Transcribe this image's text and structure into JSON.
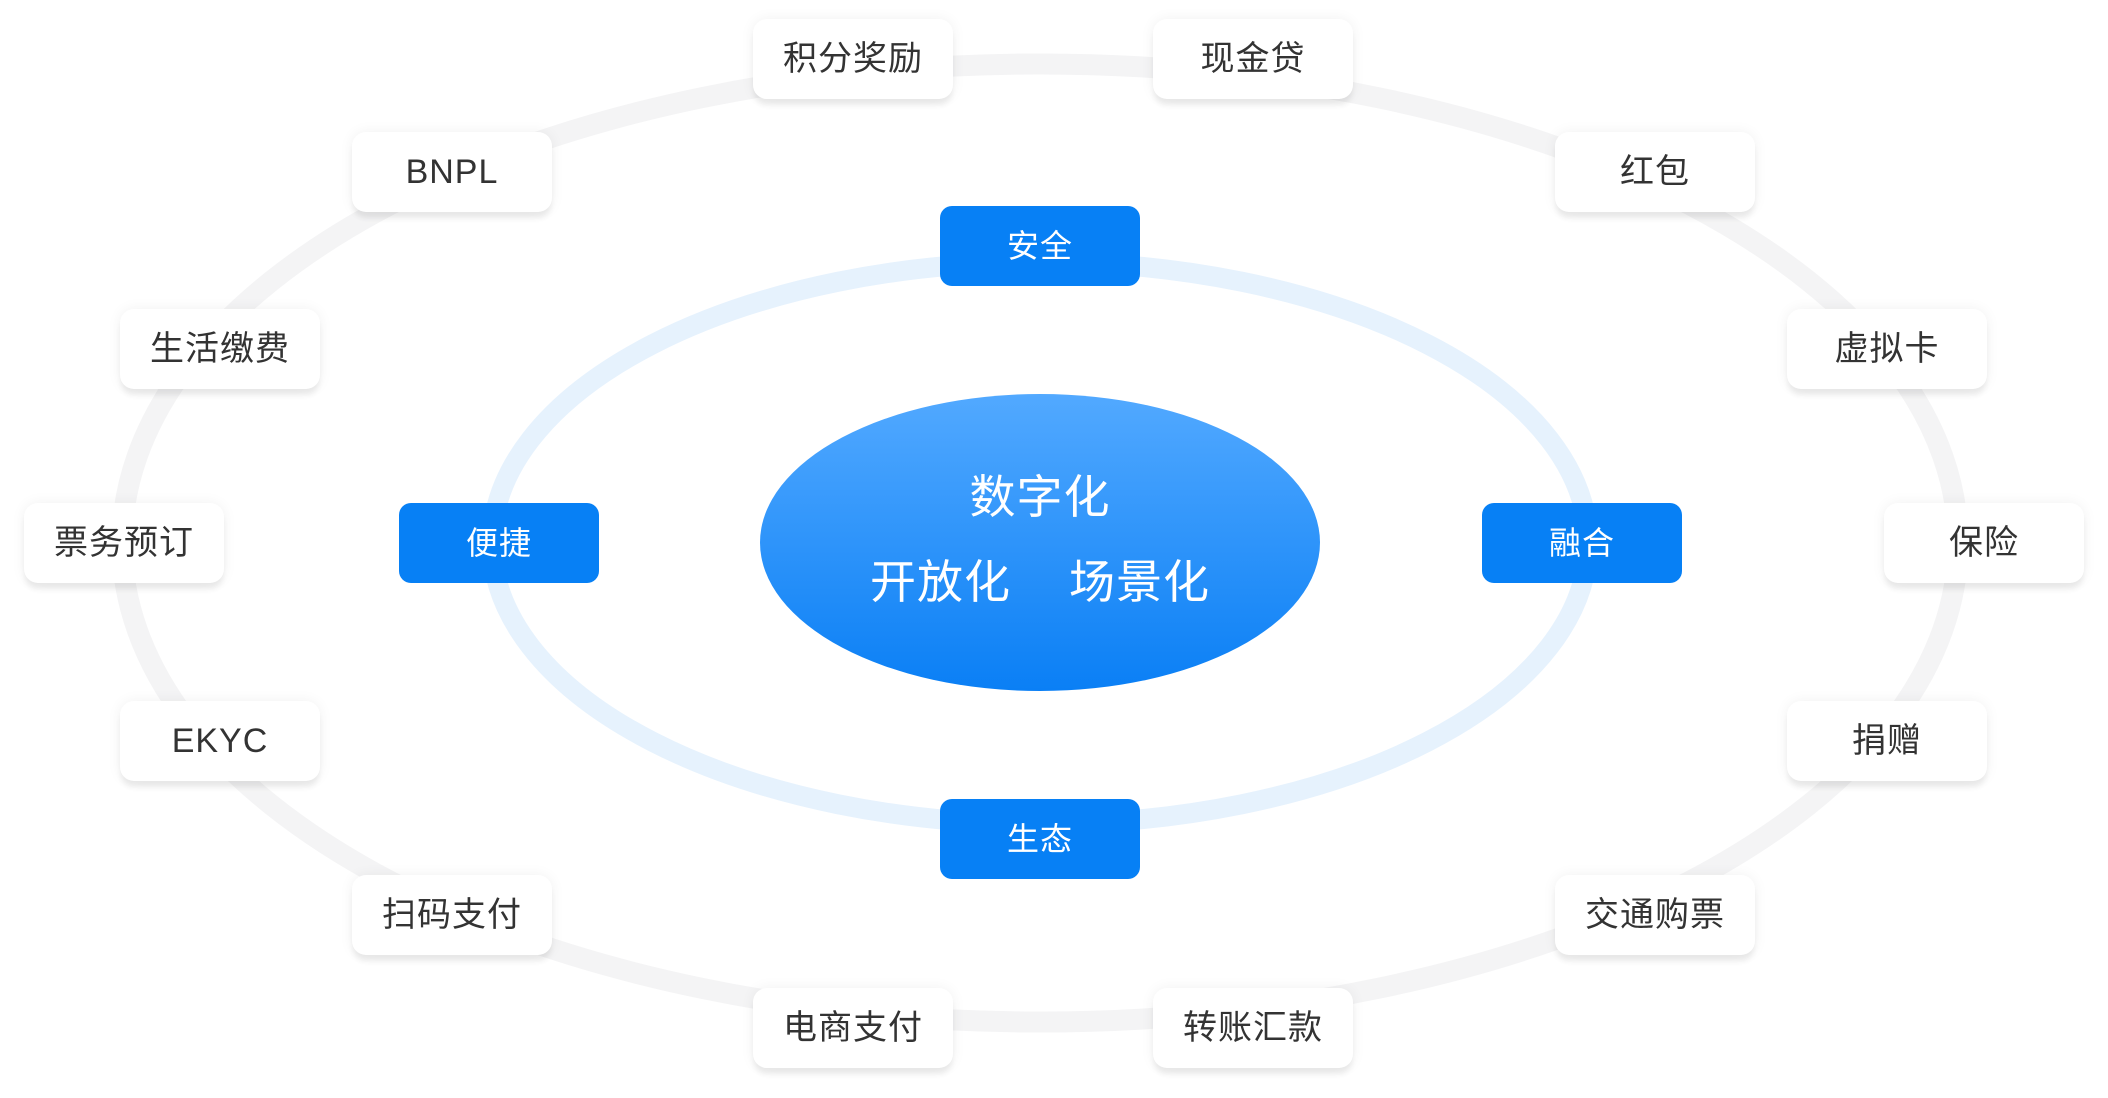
{
  "colors": {
    "accent": "#0780f5",
    "core_gradient_top": "#52a9ff",
    "core_gradient_bottom": "#0a7ff5",
    "inner_ring": "#e6f2fd",
    "outer_ring": "#f4f4f5",
    "label_text": "#333333"
  },
  "diagram": {
    "core": {
      "line1": "数字化",
      "line2_left": "开放化",
      "line2_right": "场景化"
    },
    "pillars": [
      {
        "position": "top",
        "label": "安全"
      },
      {
        "position": "left",
        "label": "便捷"
      },
      {
        "position": "right",
        "label": "融合"
      },
      {
        "position": "bottom",
        "label": "生态"
      }
    ],
    "scenarios": [
      {
        "label": "积分奖励"
      },
      {
        "label": "现金贷"
      },
      {
        "label": "BNPL"
      },
      {
        "label": "红包"
      },
      {
        "label": "生活缴费"
      },
      {
        "label": "虚拟卡"
      },
      {
        "label": "票务预订"
      },
      {
        "label": "保险"
      },
      {
        "label": "EKYC"
      },
      {
        "label": "捐赠"
      },
      {
        "label": "扫码支付"
      },
      {
        "label": "交通购票"
      },
      {
        "label": "电商支付"
      },
      {
        "label": "转账汇款"
      }
    ]
  }
}
